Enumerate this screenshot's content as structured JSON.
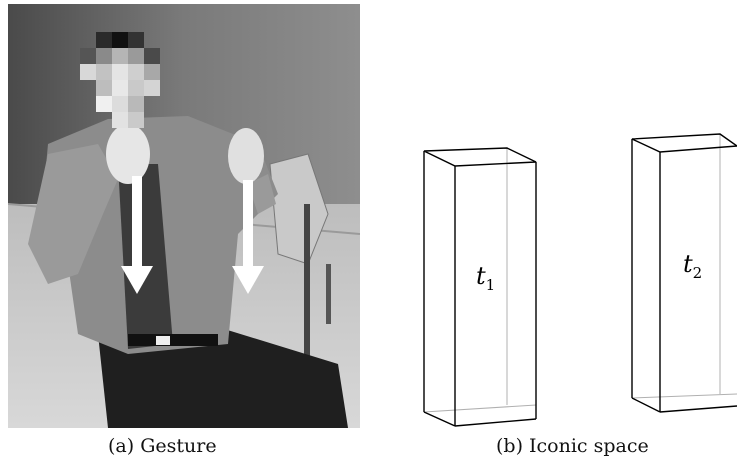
{
  "panel_a": {
    "caption": "(a) Gesture"
  },
  "panel_b": {
    "caption": "(b) Iconic space",
    "boxes": [
      {
        "label": "t",
        "subscript": "1"
      },
      {
        "label": "t",
        "subscript": "2"
      }
    ]
  },
  "colors": {
    "background": "#ffffff",
    "line": "#000000",
    "arrow": "#ffffff"
  }
}
